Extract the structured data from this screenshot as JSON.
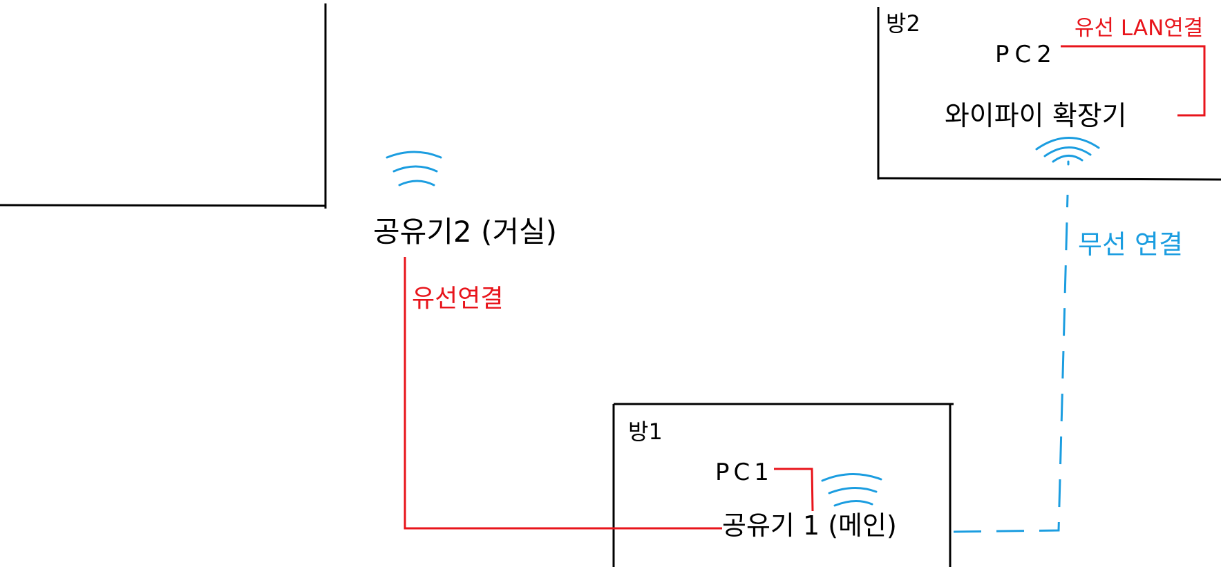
{
  "colors": {
    "ink": "#000000",
    "wired": "#e8141b",
    "wireless": "#1b9de0"
  },
  "rooms": {
    "room1": {
      "label": "방1",
      "pc_label": "PC1",
      "router_label": "공유기 1 (메인)"
    },
    "room2": {
      "label": "방2",
      "pc_label": "PC2",
      "extender_label": "와이파이 확장기",
      "lan_label": "유선 LAN연결"
    }
  },
  "living_room": {
    "router_label": "공유기2 (거실)"
  },
  "links": {
    "wired_label": "유선연결",
    "wireless_label": "무선 연결"
  },
  "icons": [
    "wifi-icon-router2",
    "wifi-icon-router1",
    "wifi-icon-extender"
  ]
}
